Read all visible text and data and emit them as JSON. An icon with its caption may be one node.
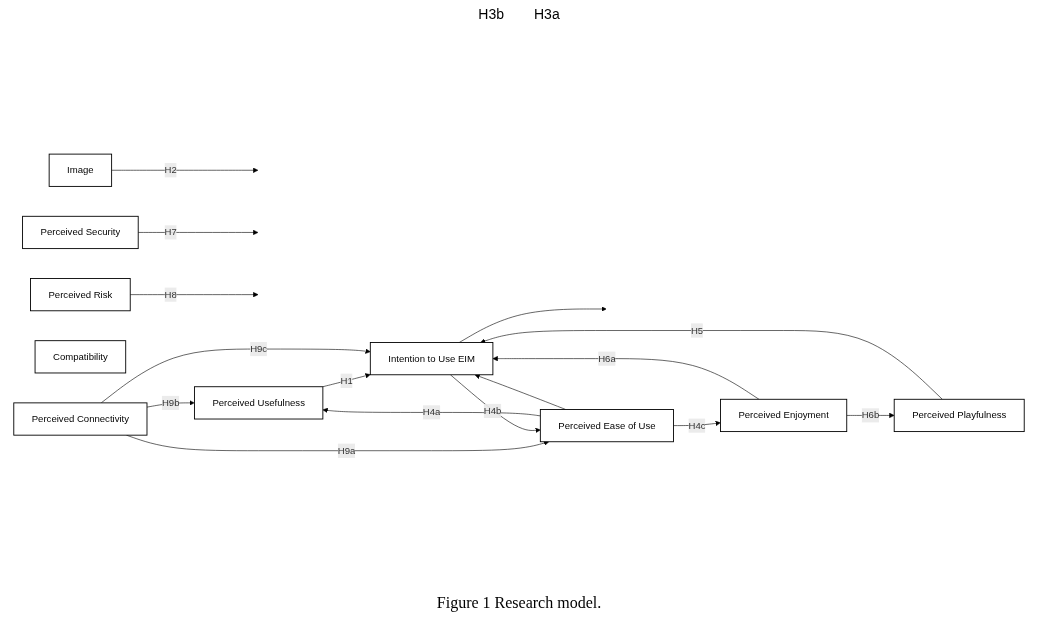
{
  "diagram": {
    "caption": "Figure 1  Research model.",
    "nodes": [
      {
        "text": [
          "Perceived Usefulness"
        ]
      },
      {
        "text": [
          "Compatibility"
        ]
      },
      {
        "text": [
          "Perceived Ease of Use"
        ]
      },
      {
        "text": [
          "Intention to Use EIM"
        ]
      },
      {
        "text": [
          "Image"
        ]
      },
      {
        "text": [
          "Perceived Connectivity"
        ]
      },
      {
        "text": [
          "Perceived Enjoyment"
        ]
      },
      {
        "text": [
          "Perceived Security"
        ]
      },
      {
        "text": [
          "Perceived Playfulness"
        ]
      },
      {
        "text": [
          "Perceived Risk"
        ]
      }
    ],
    "edges": [
      {
        "from": 5,
        "to": 0,
        "label": "H9b",
        "arrow": "to"
      },
      {
        "from": 5,
        "to": 2,
        "label": "H9a",
        "arrow": "to"
      },
      {
        "from": 2,
        "to": 0,
        "label": "H4a",
        "arrow": "to"
      },
      {
        "from": 0,
        "to": 3,
        "label": "H1",
        "arrow": "to"
      },
      {
        "from": 3,
        "to": 2,
        "label": "H4b",
        "arrow": "to"
      },
      {
        "from": 2,
        "to": 3,
        "arrow": "to"
      },
      {
        "from": 2,
        "to": 6,
        "label": "H4c",
        "arrow": "to"
      },
      {
        "from": 6,
        "to": 3,
        "label": "H6a",
        "arrow": "to"
      },
      {
        "from": 6,
        "to": 8,
        "label": "H6b",
        "arrow": "to"
      },
      {
        "from": 8,
        "to": 3,
        "label": "H5",
        "arrow": "to"
      },
      {
        "from": 5,
        "to": 3,
        "label": "H9c",
        "arrow": "to"
      },
      {
        "from": 3,
        "to": null,
        "arrow": "to"
      },
      {
        "from": 4,
        "to": null,
        "label": "H2",
        "arrow": "to"
      },
      {
        "from": 7,
        "to": null,
        "label": "H7",
        "arrow": "to"
      },
      {
        "from": 9,
        "to": null,
        "label": "H8",
        "arrow": "to"
      }
    ],
    "labels": [
      "H3b",
      "H3a"
    ]
  }
}
